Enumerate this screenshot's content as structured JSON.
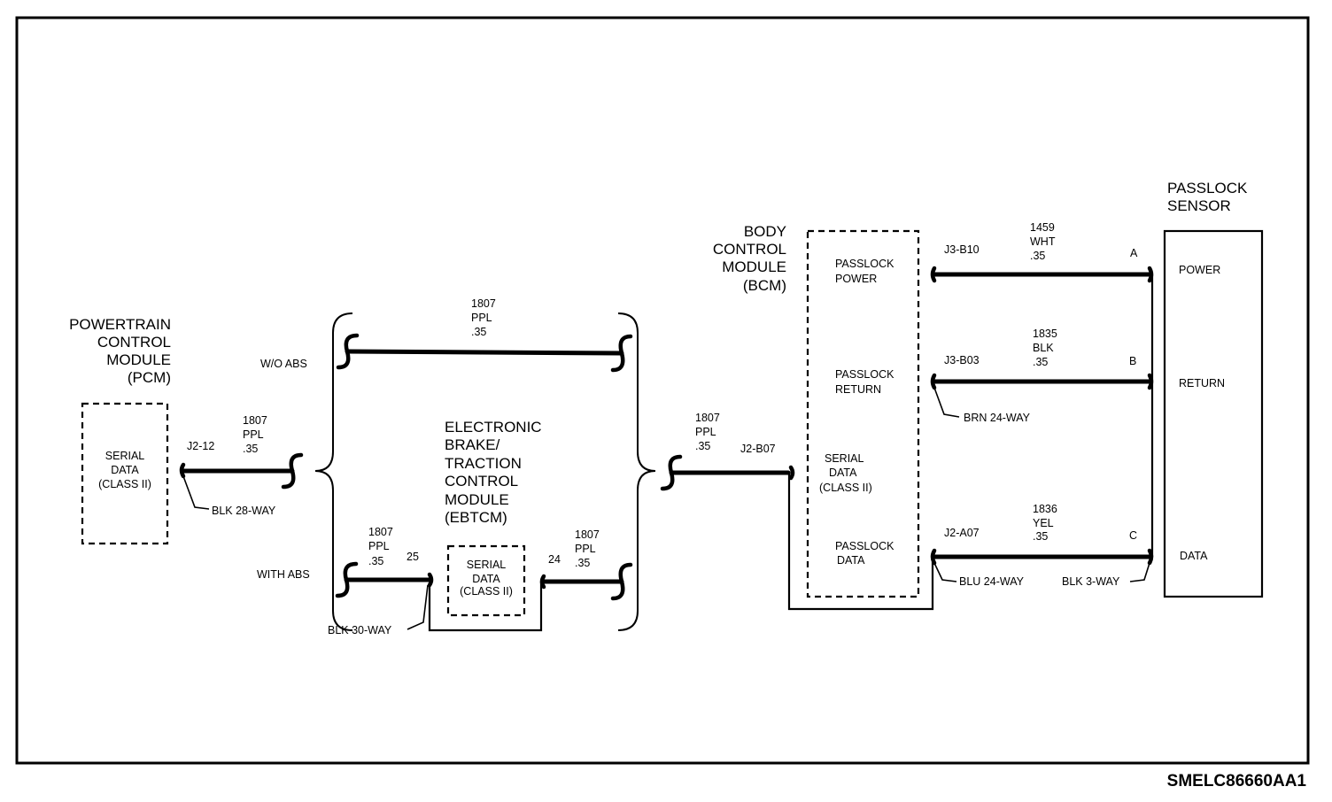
{
  "drawing_code": "SMELC86660AA1",
  "pcm": {
    "title": [
      "POWERTRAIN",
      "CONTROL",
      "MODULE",
      "(PCM)"
    ],
    "box": [
      "SERIAL",
      "DATA",
      "(CLASS II)"
    ],
    "pin": "J2-12",
    "connector": "BLK 28-WAY",
    "wire": [
      "1807",
      "PPL",
      ".35"
    ]
  },
  "ebtcm": {
    "title": [
      "ELECTRONIC",
      "BRAKE/",
      "TRACTION",
      "CONTROL",
      "MODULE",
      "(EBTCM)"
    ],
    "box": [
      "SERIAL",
      "DATA",
      "(CLASS II)"
    ],
    "wo_abs_label": "W/O ABS",
    "with_abs_label": "WITH ABS",
    "wo_abs_wire": [
      "1807",
      "PPL",
      ".35"
    ],
    "left_wire": [
      "1807",
      "PPL",
      ".35"
    ],
    "right_wire": [
      "1807",
      "PPL",
      ".35"
    ],
    "pin_left": "25",
    "pin_right": "24",
    "connector": "BLK 30-WAY"
  },
  "bcm": {
    "title": [
      "BODY",
      "CONTROL",
      "MODULE",
      "(BCM)"
    ],
    "in_wire": [
      "1807",
      "PPL",
      ".35"
    ],
    "in_pin": "J2-B07",
    "labels": {
      "power": [
        "PASSLOCK",
        "POWER"
      ],
      "return": [
        "PASSLOCK",
        "RETURN"
      ],
      "serial": [
        "SERIAL",
        "DATA",
        "(CLASS II)"
      ],
      "data": [
        "PASSLOCK",
        "DATA"
      ]
    }
  },
  "circuits": [
    {
      "pin": "J3-B10",
      "wire": [
        "1459",
        "WHT",
        ".35"
      ],
      "terminal": "A"
    },
    {
      "pin": "J3-B03",
      "wire": [
        "1835",
        "BLK",
        ".35"
      ],
      "terminal": "B"
    },
    {
      "pin": "J2-A07",
      "wire": [
        "1836",
        "YEL",
        ".35"
      ],
      "terminal": "C"
    }
  ],
  "connectors": {
    "brn": "BRN 24-WAY",
    "blu": "BLU 24-WAY",
    "blk3": "BLK 3-WAY"
  },
  "sensor": {
    "title": [
      "PASSLOCK",
      "SENSOR"
    ],
    "power": "POWER",
    "return": "RETURN",
    "data": "DATA"
  }
}
